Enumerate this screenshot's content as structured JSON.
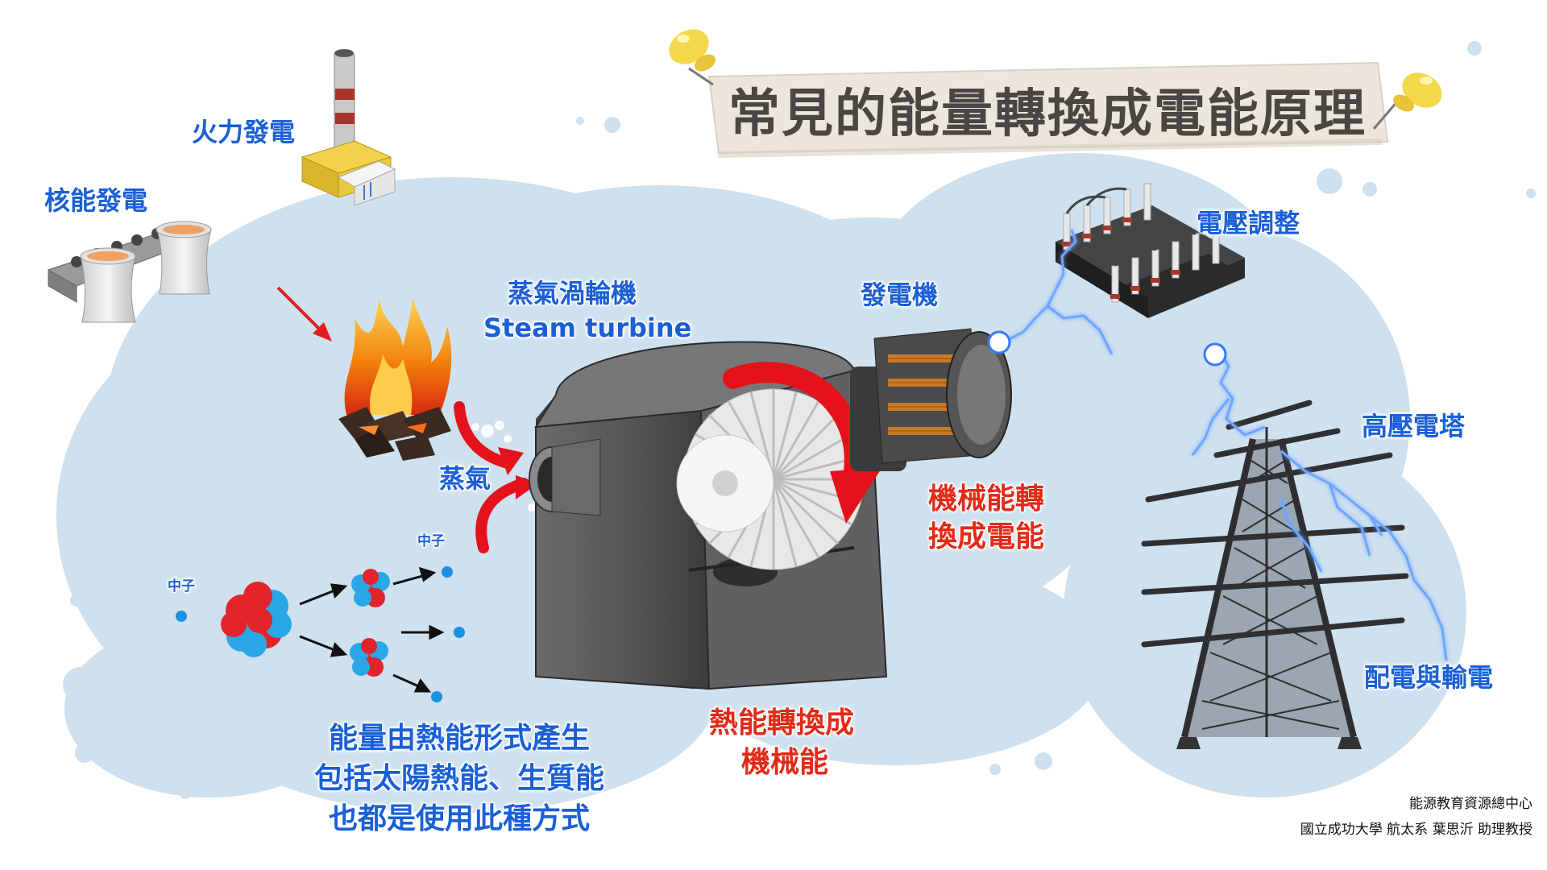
{
  "title": "常見的能量轉換成電能原理",
  "labels": {
    "thermal_power": "火力發電",
    "nuclear_power": "核能發電",
    "steam_turbine_zh": "蒸氣渦輪機",
    "steam_turbine_en": "Steam turbine",
    "generator": "發電機",
    "voltage_regulation": "電壓調整",
    "high_voltage_tower": "高壓電塔",
    "distribution": "配電與輸電",
    "steam": "蒸氣",
    "neutron_a": "中子",
    "neutron_b": "中子",
    "mech_to_elec_line1": "機械能轉",
    "mech_to_elec_line2": "換成電能",
    "heat_to_mech_line1": "熱能轉換成",
    "heat_to_mech_line2": "機械能",
    "heat_source_line1": "能量由熱能形式產生",
    "heat_source_line2": "包括太陽熱能、生質能",
    "heat_source_line3": "也都是使用此種方式"
  },
  "credits": {
    "line1": "能源教育資源總中心",
    "line2": "國立成功大學 航太系 葉思沂 助理教授"
  },
  "colors": {
    "label_blue": "#1a5fd6",
    "label_red": "#e32a17",
    "cloud": "#cfe1ee",
    "banner": "#ece6dc",
    "turbine_body": "#5a5a5c",
    "arrow_red": "#e5121b"
  },
  "icons": [
    "pushpin-icon",
    "fire-icon",
    "atom-nucleus-icon",
    "neutron-icon",
    "electric-spark-icon"
  ]
}
